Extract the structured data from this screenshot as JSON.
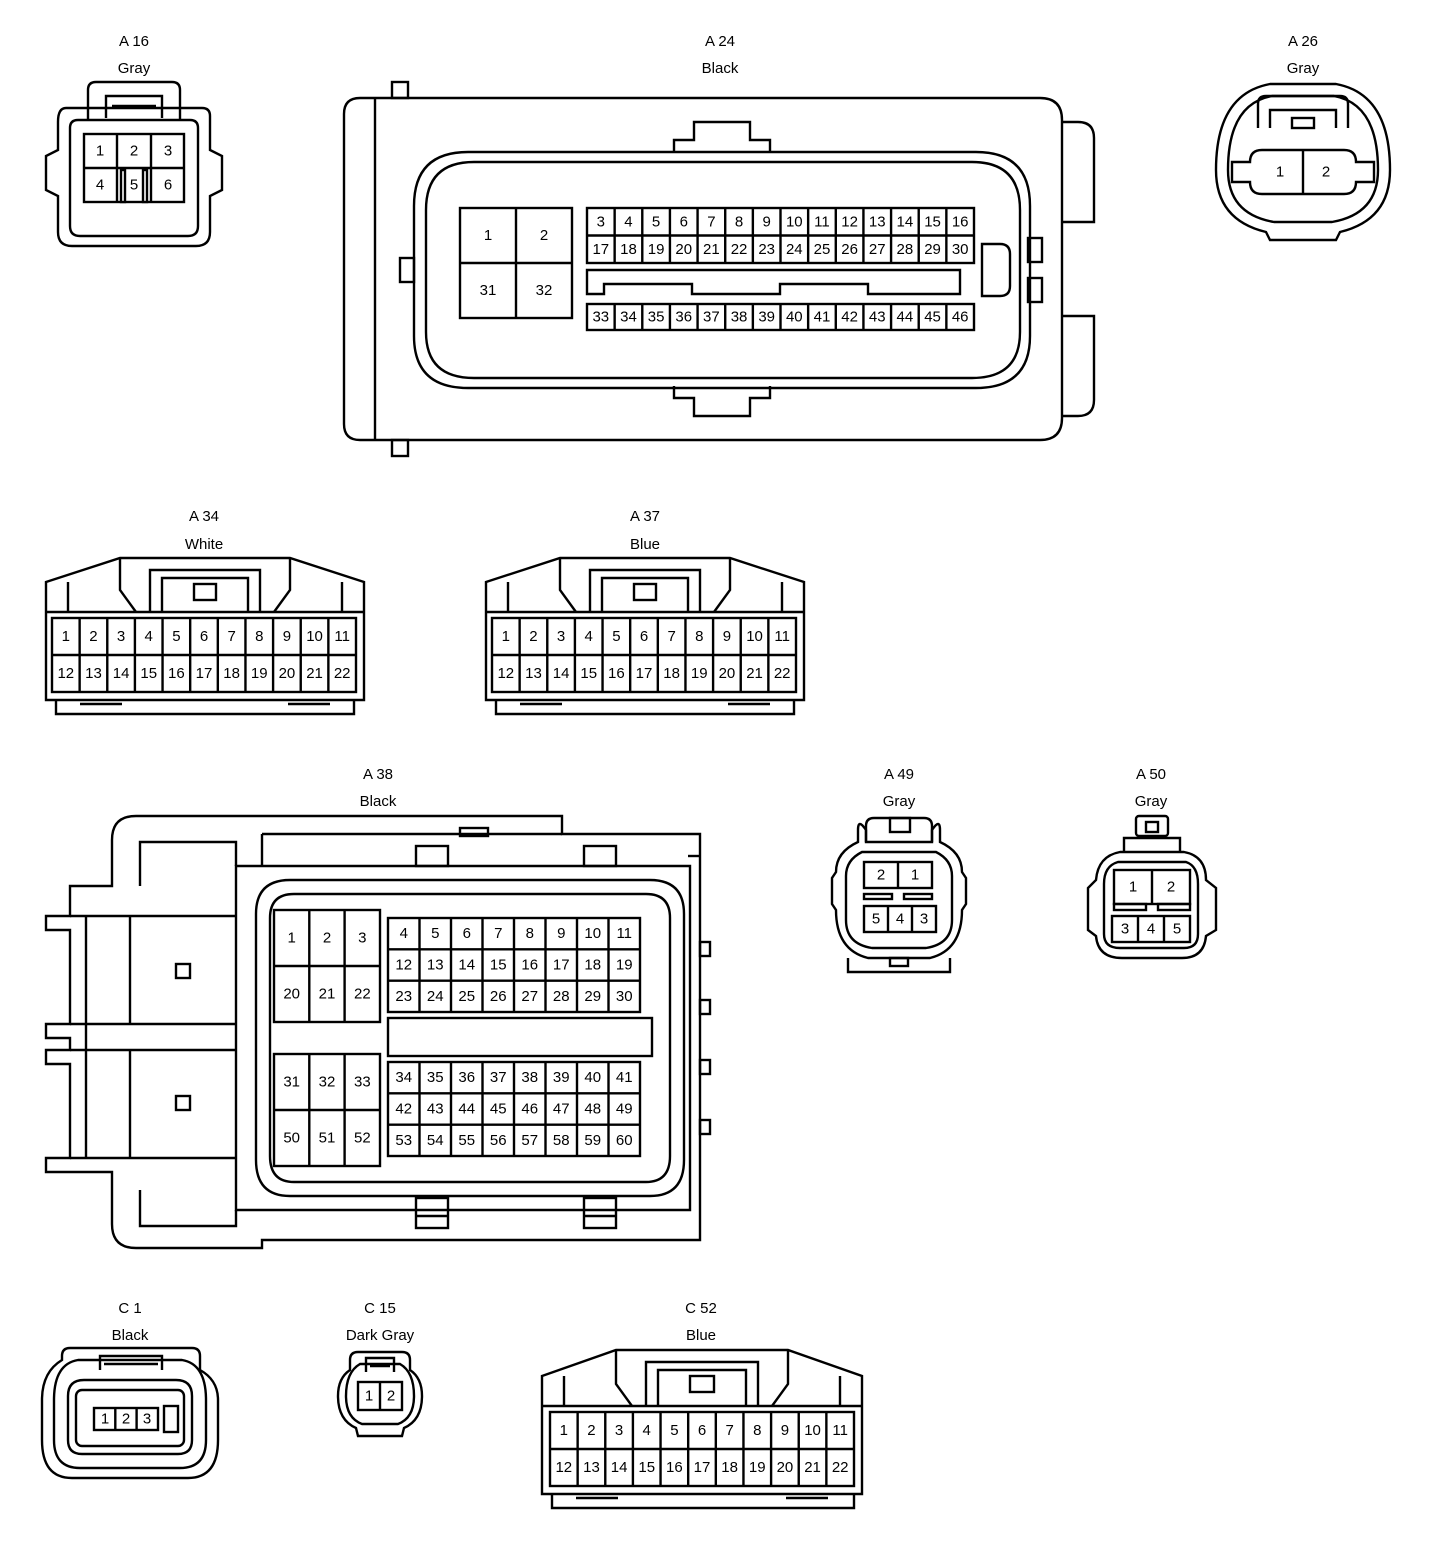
{
  "connectors": {
    "a16": {
      "id": "A 16",
      "color": "Gray",
      "pins": [
        "1",
        "2",
        "3",
        "4",
        "5",
        "6"
      ]
    },
    "a24": {
      "id": "A 24",
      "color": "Black",
      "pins_big": [
        "1",
        "2",
        "31",
        "32"
      ],
      "pins_row1": [
        "3",
        "4",
        "5",
        "6",
        "7",
        "8",
        "9",
        "10",
        "11",
        "12",
        "13",
        "14",
        "15",
        "16"
      ],
      "pins_row2": [
        "17",
        "18",
        "19",
        "20",
        "21",
        "22",
        "23",
        "24",
        "25",
        "26",
        "27",
        "28",
        "29",
        "30"
      ],
      "pins_row3": [
        "33",
        "34",
        "35",
        "36",
        "37",
        "38",
        "39",
        "40",
        "41",
        "42",
        "43",
        "44",
        "45",
        "46"
      ]
    },
    "a26": {
      "id": "A 26",
      "color": "Gray",
      "pins": [
        "1",
        "2"
      ]
    },
    "a34": {
      "id": "A 34",
      "color": "White",
      "pins_row1": [
        "1",
        "2",
        "3",
        "4",
        "5",
        "6",
        "7",
        "8",
        "9",
        "10",
        "11"
      ],
      "pins_row2": [
        "12",
        "13",
        "14",
        "15",
        "16",
        "17",
        "18",
        "19",
        "20",
        "21",
        "22"
      ]
    },
    "a37": {
      "id": "A 37",
      "color": "Blue",
      "pins_row1": [
        "1",
        "2",
        "3",
        "4",
        "5",
        "6",
        "7",
        "8",
        "9",
        "10",
        "11"
      ],
      "pins_row2": [
        "12",
        "13",
        "14",
        "15",
        "16",
        "17",
        "18",
        "19",
        "20",
        "21",
        "22"
      ]
    },
    "a38": {
      "id": "A 38",
      "color": "Black",
      "big_top": [
        "1",
        "2",
        "3",
        "20",
        "21",
        "22"
      ],
      "big_bottom": [
        "31",
        "32",
        "33",
        "50",
        "51",
        "52"
      ],
      "small_top": [
        "4",
        "5",
        "6",
        "7",
        "8",
        "9",
        "10",
        "11",
        "12",
        "13",
        "14",
        "15",
        "16",
        "17",
        "18",
        "19",
        "23",
        "24",
        "25",
        "26",
        "27",
        "28",
        "29",
        "30"
      ],
      "small_bottom": [
        "34",
        "35",
        "36",
        "37",
        "38",
        "39",
        "40",
        "41",
        "42",
        "43",
        "44",
        "45",
        "46",
        "47",
        "48",
        "49",
        "53",
        "54",
        "55",
        "56",
        "57",
        "58",
        "59",
        "60"
      ]
    },
    "a49": {
      "id": "A 49",
      "color": "Gray",
      "pins": [
        "2",
        "1",
        "5",
        "4",
        "3"
      ]
    },
    "a50": {
      "id": "A 50",
      "color": "Gray",
      "pins": [
        "1",
        "2",
        "3",
        "4",
        "5"
      ]
    },
    "c1": {
      "id": "C 1",
      "color": "Black",
      "pins": [
        "1",
        "2",
        "3"
      ]
    },
    "c15": {
      "id": "C 15",
      "color": "Dark Gray",
      "pins": [
        "1",
        "2"
      ]
    },
    "c52": {
      "id": "C 52",
      "color": "Blue",
      "pins_row1": [
        "1",
        "2",
        "3",
        "4",
        "5",
        "6",
        "7",
        "8",
        "9",
        "10",
        "11"
      ],
      "pins_row2": [
        "12",
        "13",
        "14",
        "15",
        "16",
        "17",
        "18",
        "19",
        "20",
        "21",
        "22"
      ]
    }
  }
}
